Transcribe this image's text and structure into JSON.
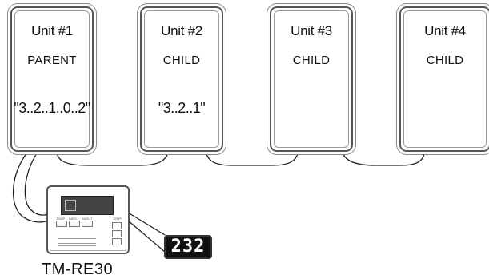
{
  "units": [
    {
      "name": "Unit #1",
      "role": "PARENT",
      "display": "\"3..2..1..0..2\""
    },
    {
      "name": "Unit #2",
      "role": "CHILD",
      "display": "\"3..2..1\""
    },
    {
      "name": "Unit #3",
      "role": "CHILD",
      "display": ""
    },
    {
      "name": "Unit #4",
      "role": "CHILD",
      "display": ""
    }
  ],
  "remote": {
    "label": "TM-RE30",
    "display_code": "232",
    "button_labels": [
      "TEMP",
      "INFO",
      "IN/OUT",
      "TEMP"
    ]
  }
}
